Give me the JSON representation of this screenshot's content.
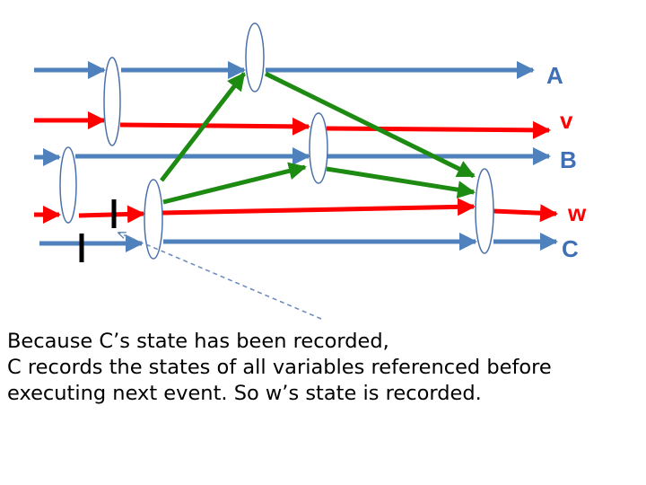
{
  "colors": {
    "blue": "#4f81bd",
    "red": "#ff0000",
    "green": "#1d8a12",
    "blue_label": "#3f6fb5",
    "ellipse_stroke": "#4a72a8",
    "pointer": "#6688bb"
  },
  "lanes": {
    "A": {
      "label": "A"
    },
    "v": {
      "label": "v"
    },
    "B": {
      "label": "B"
    },
    "w": {
      "label": "w"
    },
    "C": {
      "label": "C"
    }
  },
  "caption": {
    "line1": "Because C’s state has been recorded,",
    "line2": "C records the states of all variables referenced before",
    "line3": "executing next event. So w’s state is recorded."
  }
}
